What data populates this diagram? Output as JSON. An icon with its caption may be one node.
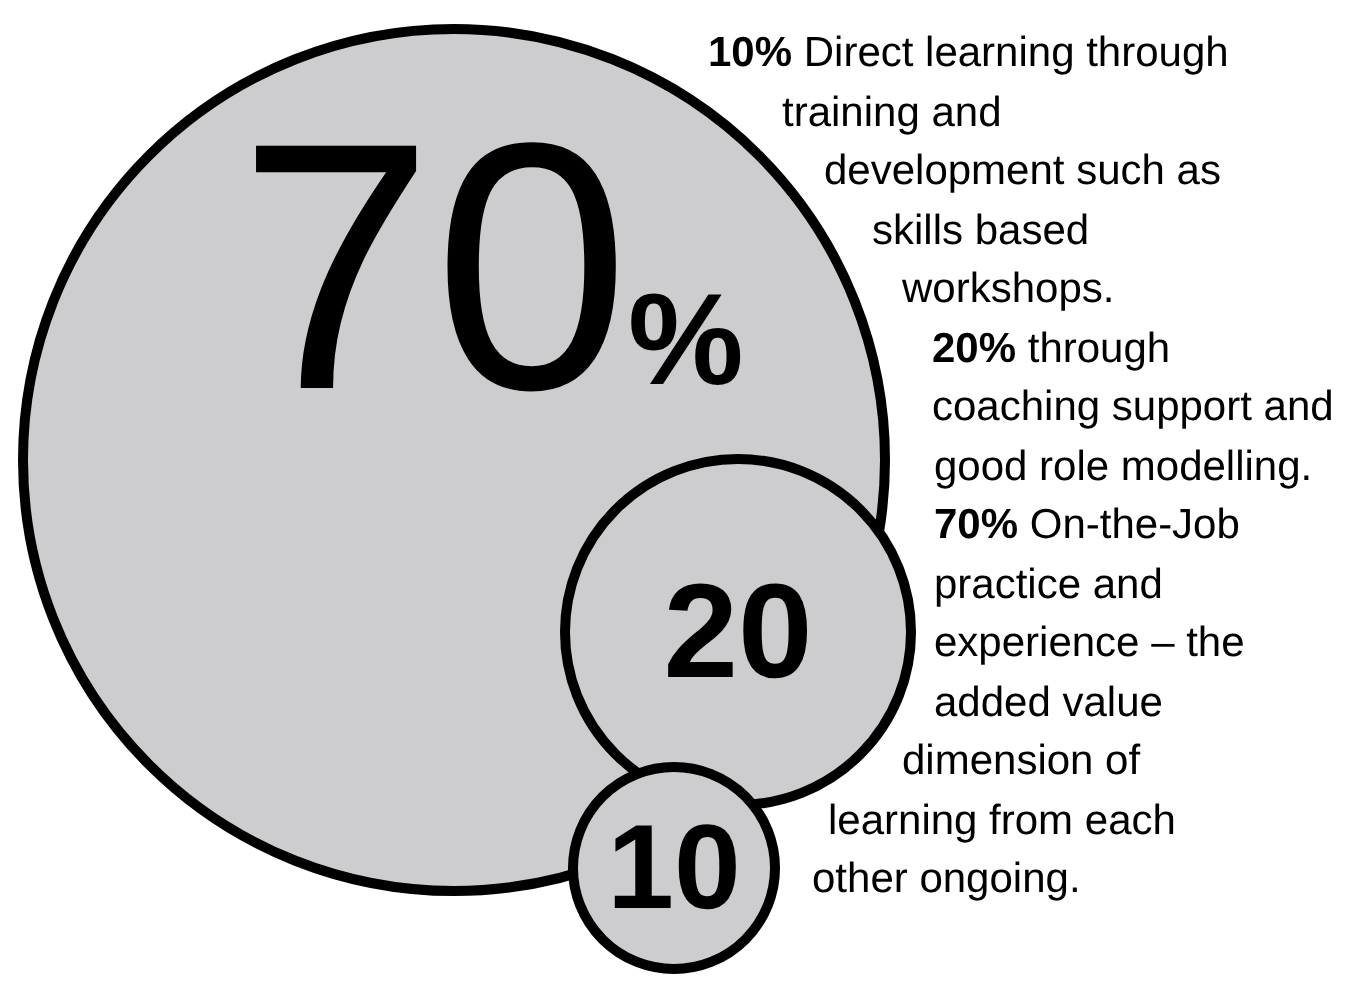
{
  "diagram": {
    "nodes": [
      {
        "text": [
          "70",
          "%"
        ]
      },
      {
        "text": [
          "20"
        ]
      },
      {
        "text": [
          "10"
        ]
      }
    ],
    "labels": [
      "**10%** Direct learning through training and development such as skills based workshops.",
      "**20%** through coaching support and good role modelling.",
      "**70%** On-the-Job practice and experience – the added value dimension of learning from each other ongoing."
    ]
  }
}
